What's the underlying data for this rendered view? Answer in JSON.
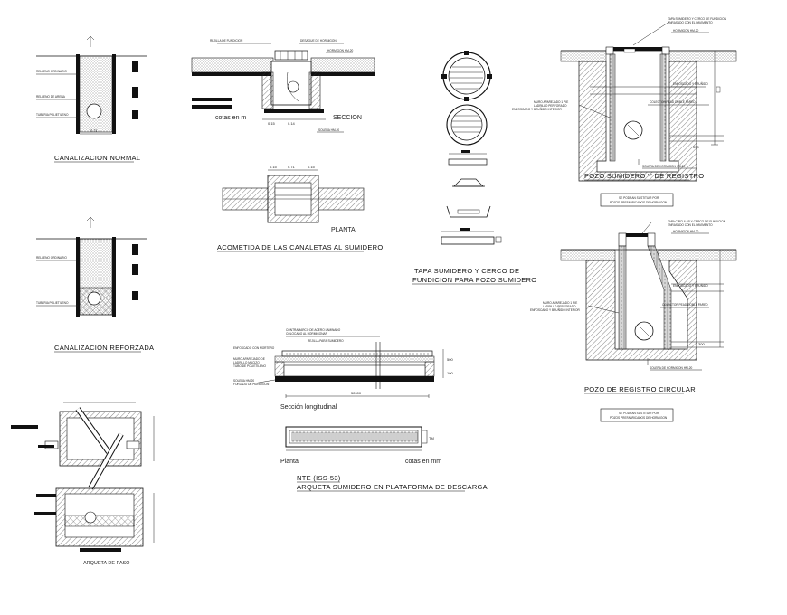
{
  "titles": {
    "canalizacion_normal": "CANALIZACION NORMAL",
    "canalizacion_reforzada": "CANALIZACION REFORZADA",
    "arqueta_paso": "ARQUETA DE PASO",
    "acometida": "ACOMETIDA DE LAS CANALETAS AL SUMIDERO",
    "tapa_line1": "TAPA SUMIDERO Y CERCO DE",
    "tapa_line2": "FUNDICION PARA POZO SUMIDERO",
    "pozo_sumidero": "POZO SUMIDERO Y DE REGISTRO",
    "pozo_circular": "POZO DE REGISTRO CIRCULAR",
    "nte": "NTE (ISS-53)",
    "arqueta_sumidero": "ARQUETA SUMIDERO EN PLATAFORMA DE DESCARGA"
  },
  "labels": {
    "cotas_m": "cotas en m",
    "seccion": "SECCION",
    "planta_upper": "PLANTA",
    "seccion_longitudinal": "Sección longitudinal",
    "planta": "Planta",
    "cotas_mm": "cotas en mm"
  },
  "notes": {
    "pozo_note_1": "SE PODRAN SUSTITUIR POR",
    "pozo_note_2": "POZOS PREFABRICADOS DE HORMIGON",
    "circ_note_1": "SE PODRAN SUSTITUIR POR",
    "circ_note_2": "POZOS PREFABRICADOS DE HORMIGON",
    "tapa_sumidero": "TAPA SUMIDERO Y CERCO DE FUNDICION",
    "enrasado": "ENRASADO CON EL PAVIMENTO",
    "hormigon": "HORMIGON HM-20",
    "muro": "MURO APAREJADO 1 PIE",
    "ladrillo": "LADRILLO PERFORADO",
    "enfoscado": "ENFOSCADO Y BRUÑIDO INTERIOR",
    "colector": "COLECTOR PEAD DOBLE PARED",
    "solera": "SOLERA DE HORMIGON HM-20",
    "enf_brunido": "ENFOSCADO Y BRUÑIDO"
  },
  "dimensions": {
    "d_500": "500",
    "d_100": "100",
    "d_52000": "52000",
    "d_0_15": "0.15",
    "d_0_71": "0.71",
    "d_0_30": "0.30",
    "d_0_14": "0.14",
    "d_0_60": "0.60",
    "d_030": "030",
    "d_tm": "TM"
  },
  "colors": {
    "ink": "#111111",
    "hatch": "#333333",
    "paper": "#ffffff"
  }
}
